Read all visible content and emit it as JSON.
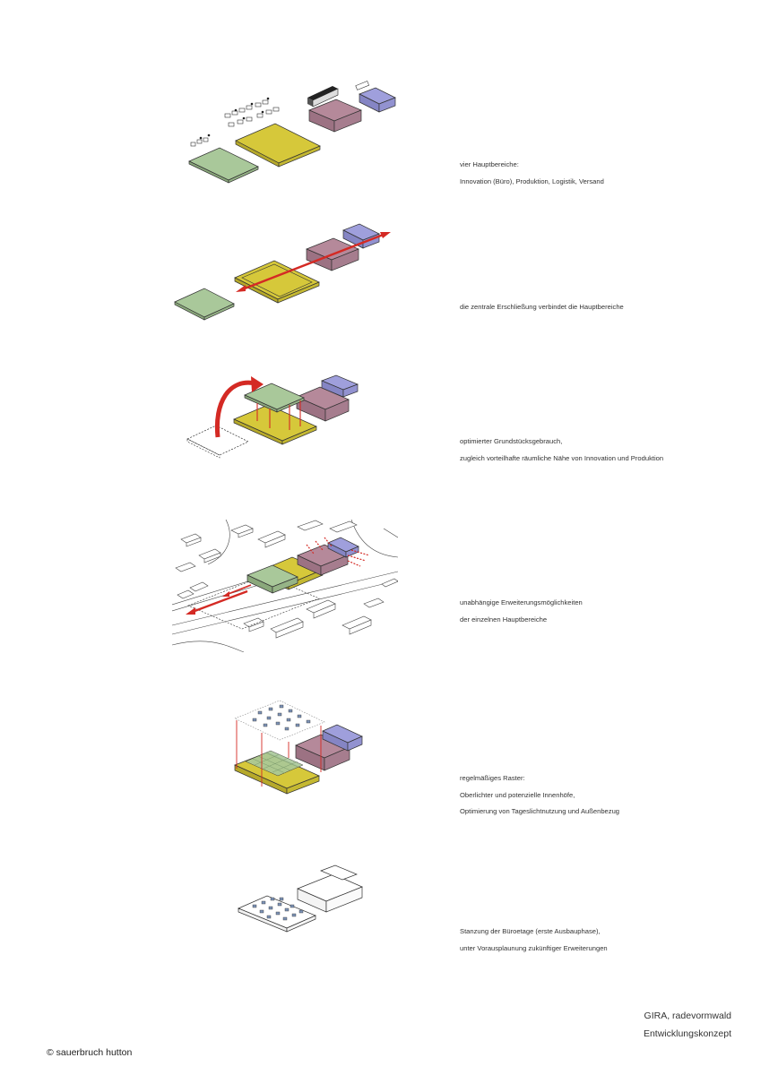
{
  "diagrams": [
    {
      "caption_lines": [
        "vier Hauptbereiche:",
        "Innovation (Büro), Produktion, Logistik, Versand"
      ]
    },
    {
      "caption_lines": [
        "die zentrale Erschließung verbindet die Hauptbereiche"
      ]
    },
    {
      "caption_lines": [
        "optimierter Grundstücksgebrauch,",
        "zugleich vorteilhafte räumliche Nähe von Innovation und Produktion"
      ]
    },
    {
      "caption_lines": [
        "unabhängige Erweiterungsmöglichkeiten",
        "der einzelnen Hauptbereiche"
      ]
    },
    {
      "caption_lines": [
        "regelmäßiges Raster:",
        "Oberlichter und potenzielle Innenhöfe,",
        "Optimierung von Tageslichtnutzung und Außenbezug"
      ]
    },
    {
      "caption_lines": [
        "Stanzung der Büroetage (erste Ausbauphase),",
        "unter Vorausplaunung zukünftiger Erweiterungen"
      ]
    }
  ],
  "footer": {
    "project": "GIRA, radevormwald",
    "subtitle": "Entwicklungskonzept",
    "copyright": "© sauerbruch hutton"
  },
  "colors": {
    "innovation_green": "#a9c89a",
    "production_yellow": "#d6c83a",
    "logistics_mauve": "#b5899a",
    "shipping_blue": "#9f9fdc",
    "arrow_red": "#d42a24"
  }
}
